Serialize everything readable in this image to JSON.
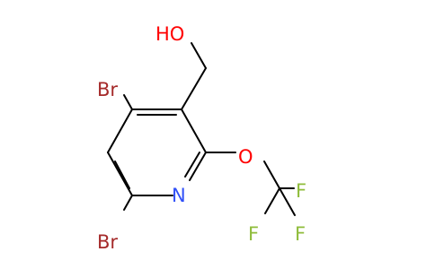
{
  "molecule": {
    "atoms": {
      "hydroxyl": "HO",
      "bromine_top": "Br",
      "bromine_bottom": "Br",
      "nitrogen": "N",
      "oxygen_ether": "O",
      "fluorine_1": "F",
      "fluorine_2": "F",
      "fluorine_3": "F"
    },
    "colors": {
      "bond": "#000000",
      "bromine": "#a52a2a",
      "oxygen": "#ff0000",
      "nitrogen": "#3050f8",
      "fluorine": "#8fbc3b"
    }
  }
}
